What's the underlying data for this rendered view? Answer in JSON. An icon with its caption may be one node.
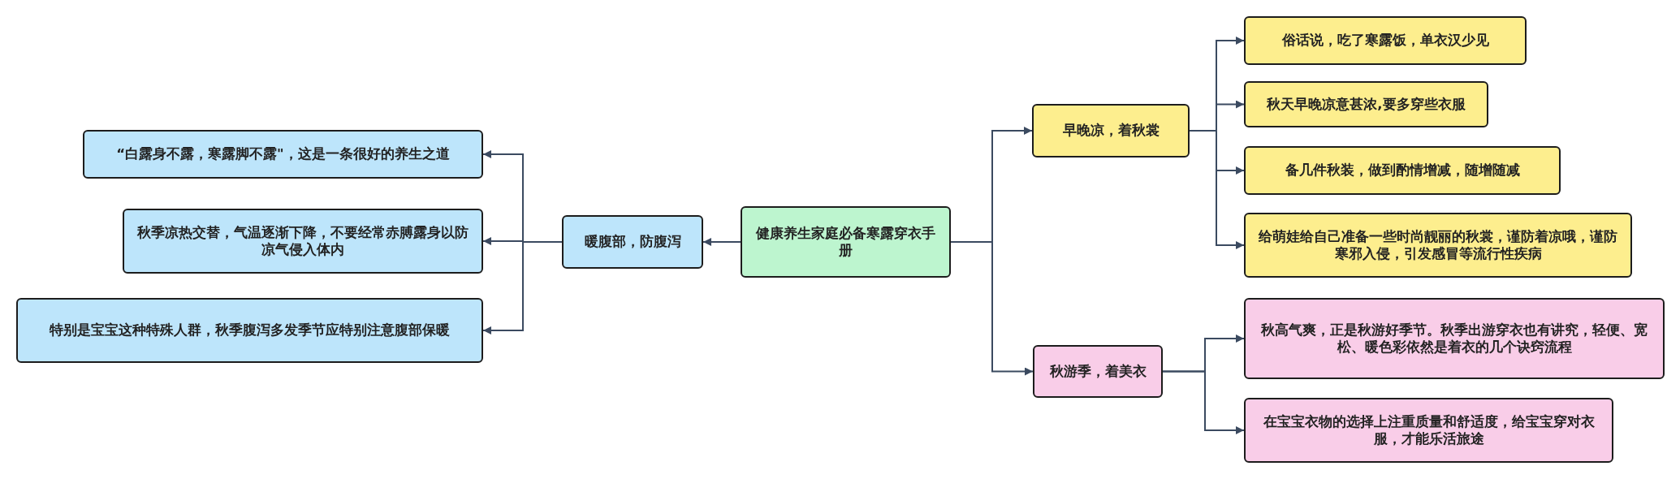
{
  "diagram": {
    "nodes": [
      {
        "text": [
          "健康养生家庭必备寒露穿衣手册"
        ]
      },
      {
        "text": [
          "暖腹部，防腹泻"
        ]
      },
      {
        "text": [
          "“白露身不露，寒露脚不露\"，这是一条很好的养生之道"
        ]
      },
      {
        "text": [
          "秋季凉热交替，气温逐渐下降，不要经常赤膊露身以防凉气侵入体内"
        ]
      },
      {
        "text": [
          "特别是宝宝这种特殊人群，秋季腹泻多发季节应特别注意腹部保暖"
        ]
      },
      {
        "text": [
          "早晚凉，着秋裳"
        ]
      },
      {
        "text": [
          "俗话说，吃了寒露饭，单衣汉少见"
        ]
      },
      {
        "text": [
          "秋天早晚凉意甚浓,要多穿些衣服"
        ]
      },
      {
        "text": [
          "备几件秋装，做到酌情增减，随增随减"
        ]
      },
      {
        "text": [
          "给萌娃给自己准备一些时尚靓丽的秋裳，谨防着凉哦，谨防寒邪入侵，引发感冒等流行性疾病"
        ]
      },
      {
        "text": [
          "秋游季，着美衣"
        ]
      },
      {
        "text": [
          "秋高气爽，正是秋游好季节。秋季出游穿衣也有讲究，轻便、宽松、暖色彩依然是着衣的几个诀窍流程"
        ]
      },
      {
        "text": [
          "在宝宝衣物的选择上注重质量和舒适度，给宝宝穿对衣服，才能乐活旅途"
        ]
      }
    ],
    "edges": [
      {
        "from": 0,
        "to": 1,
        "arrow": "to"
      },
      {
        "from": 1,
        "to": 2,
        "arrow": "to"
      },
      {
        "from": 1,
        "to": 3,
        "arrow": "to"
      },
      {
        "from": 1,
        "to": 4,
        "arrow": "to"
      },
      {
        "from": 0,
        "to": 5,
        "arrow": "to"
      },
      {
        "from": 0,
        "to": 10,
        "arrow": "to"
      },
      {
        "from": 5,
        "to": 6,
        "arrow": "to"
      },
      {
        "from": 5,
        "to": 7,
        "arrow": "to"
      },
      {
        "from": 5,
        "to": 8,
        "arrow": "to"
      },
      {
        "from": 5,
        "to": 9,
        "arrow": "to"
      },
      {
        "from": 10,
        "to": 11,
        "arrow": "to"
      },
      {
        "from": 10,
        "to": 12,
        "arrow": "to"
      }
    ]
  }
}
